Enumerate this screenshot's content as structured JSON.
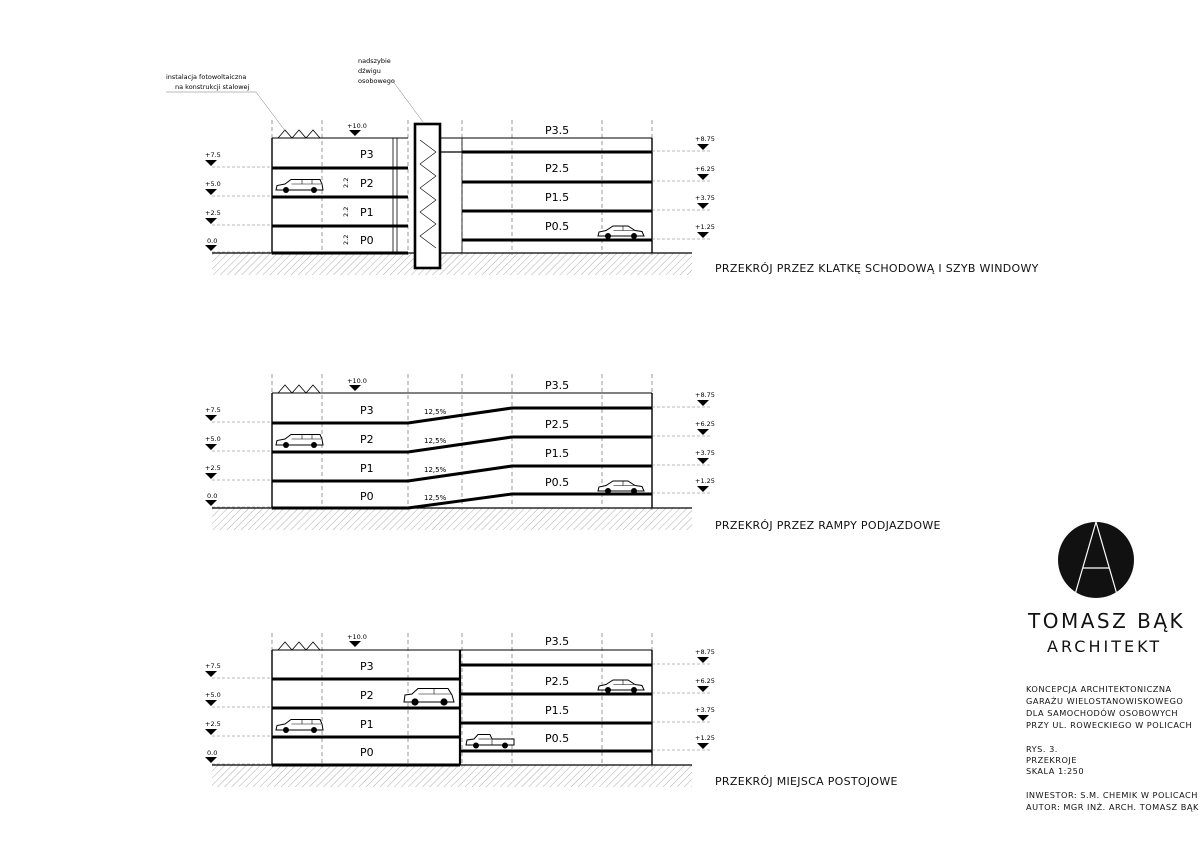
{
  "sections": [
    {
      "id": "stair",
      "title": "PRZEKRÓJ PRZEZ KLATKĘ SCHODOWĄ I SZYB WINDOWY",
      "left_levels": [
        "P3",
        "P2",
        "P1",
        "P0"
      ],
      "right_levels": [
        "P3.5",
        "P2.5",
        "P1.5",
        "P0.5"
      ],
      "left_elevations": [
        "+7.5",
        "+5.0",
        "+2.5",
        "0.0"
      ],
      "right_elevations": [
        "+8.75",
        "+6.25",
        "+3.75",
        "+1.25"
      ],
      "roof_elevation": "+10.0",
      "clear_heights": [
        "2.2",
        "2.2",
        "2.2"
      ]
    },
    {
      "id": "ramps",
      "title": "PRZEKRÓJ PRZEZ RAMPY PODJAZDOWE",
      "left_levels": [
        "P3",
        "P2",
        "P1",
        "P0"
      ],
      "right_levels": [
        "P3.5",
        "P2.5",
        "P1.5",
        "P0.5"
      ],
      "left_elevations": [
        "+7.5",
        "+5.0",
        "+2.5",
        "0.0"
      ],
      "right_elevations": [
        "+8.75",
        "+6.25",
        "+3.75",
        "+1.25"
      ],
      "roof_elevation": "+10.0",
      "slopes": [
        "12,5%",
        "12,5%",
        "12,5%",
        "12,5%"
      ]
    },
    {
      "id": "parking",
      "title": "PRZEKRÓJ MIEJSCA POSTOJOWE",
      "left_levels": [
        "P3",
        "P2",
        "P1",
        "P0"
      ],
      "right_levels": [
        "P3.5",
        "P2.5",
        "P1.5",
        "P0.5"
      ],
      "left_elevations": [
        "+7.5",
        "+5.0",
        "+2.5",
        "0.0"
      ],
      "right_elevations": [
        "+8.75",
        "+6.25",
        "+3.75",
        "+1.25"
      ],
      "roof_elevation": "+10.0"
    }
  ],
  "annotations": {
    "pv": [
      "instalacja fotowoltaiczna",
      "na konstrukcji stalowej"
    ],
    "lift": [
      "nadszybie",
      "dźwigu",
      "osobowego"
    ]
  },
  "brand": {
    "name": "TOMASZ BĄK",
    "role": "ARCHITEKT"
  },
  "project": {
    "description": [
      "KONCEPCJA ARCHITEKTONICZNA",
      "GARAŻU WIELOSTANOWISKOWEGO",
      "DLA SAMOCHODÓW OSOBOWYCH",
      "PRZY UL. ROWECKIEGO W POLICACH"
    ],
    "sheet": [
      "RYS. 3.",
      "PRZEKROJE",
      "SKALA 1:250"
    ],
    "credits": [
      "INWESTOR: S.M. CHEMIK W POLICACH",
      "AUTOR: MGR INŻ. ARCH. TOMASZ BĄK"
    ]
  }
}
